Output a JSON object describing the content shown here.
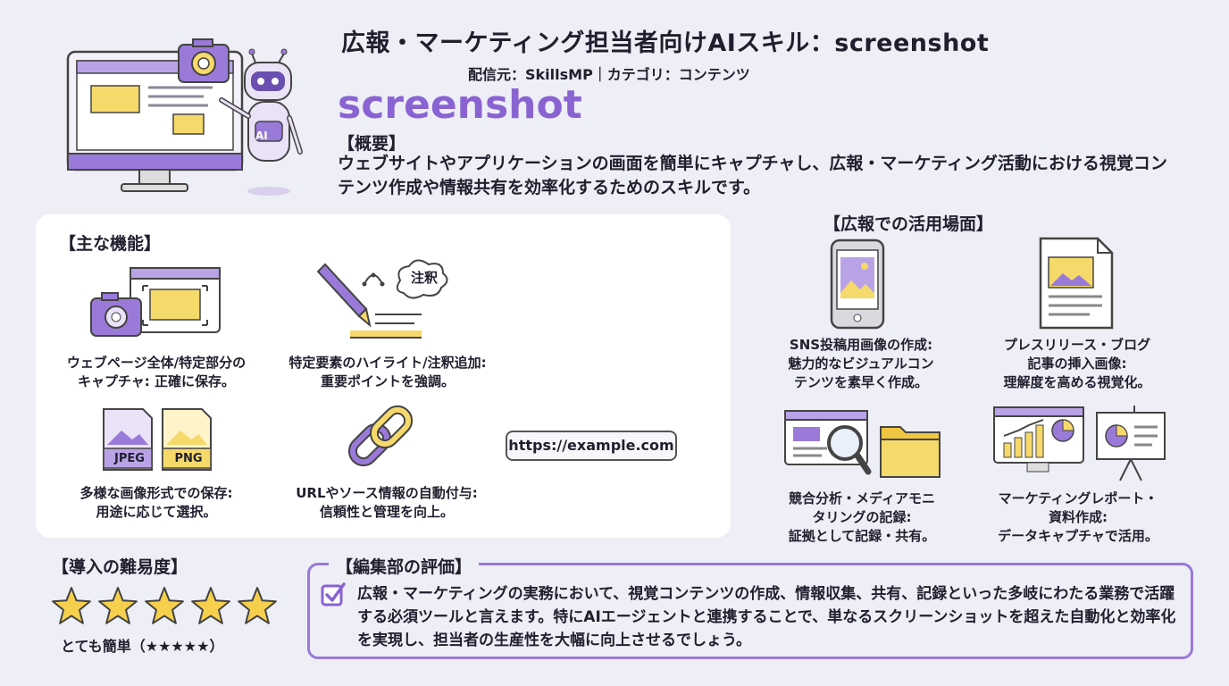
{
  "header": {
    "title": "広報・マーケティング担当者向けAIスキル：screenshot",
    "source_line": "配信元：SkillsMP｜カテゴリ：コンテンツ",
    "skill_name": "screenshot",
    "overview_heading": "【概要】",
    "overview_text": "ウェブサイトやアプリケーションの画面を簡単にキャプチャし、広報・マーケティング活動における視覚コンテンツ作成や情報共有を効率化するためのスキルです。",
    "robot_badge": "AI"
  },
  "features": {
    "heading": "【主な機能】",
    "items": [
      {
        "icon": "camera-screen-icon",
        "caption_line1": "ウェブページ全体/特定部分の",
        "caption_line2": "キャプチャ: 正確に保存。"
      },
      {
        "icon": "pen-annotation-icon",
        "caption_line1": "特定要素のハイライト/注釈追加:",
        "caption_line2": "重要ポイントを強調。",
        "bubble_label": "注釈"
      },
      {
        "icon": "image-formats-icon",
        "caption_line1": "多様な画像形式での保存:",
        "caption_line2": "用途に応じて選択。",
        "format_labels": [
          "JPEG",
          "PNG"
        ]
      },
      {
        "icon": "chain-link-icon",
        "caption_line1": "URLやソース情報の自動付与:",
        "caption_line2": "信頼性と管理を向上。"
      }
    ],
    "url_example": "https://example.com"
  },
  "usage": {
    "heading": "【広報での活用場面】",
    "items": [
      {
        "icon": "smartphone-photo-icon",
        "lines": [
          "SNS投稿用画像の作成:",
          "魅力的なビジュアルコン",
          "テンツを素早く作成。"
        ]
      },
      {
        "icon": "document-image-icon",
        "lines": [
          "プレスリリース・ブログ",
          "記事の挿入画像:",
          "理解度を高める視覚化。"
        ]
      },
      {
        "icon": "magnifier-folder-icon",
        "lines": [
          "競合分析・メディアモニ",
          "タリングの記録:",
          "証拠として記録・共有。"
        ]
      },
      {
        "icon": "report-chart-icon",
        "lines": [
          "マーケティングレポート・",
          "資料作成:",
          "データキャプチャで活用。"
        ]
      }
    ]
  },
  "difficulty": {
    "heading": "【導入の難易度】",
    "stars": 5,
    "max_stars": 5,
    "label": "とても簡単（★★★★★）"
  },
  "evaluation": {
    "heading": "【編集部の評価】",
    "text": "広報・マーケティングの実務において、視覚コンテンツの作成、情報収集、共有、記録といった多岐にわたる業務で活躍する必須ツールと言えます。特にAIエージェントと連携することで、単なるスクリーンショットを超えた自動化と効率化を実現し、担当者の生産性を大幅に向上させるでしょう。"
  },
  "colors": {
    "accent": "#8a63d2",
    "highlight": "#f6d96b",
    "background": "#eeeef7"
  }
}
